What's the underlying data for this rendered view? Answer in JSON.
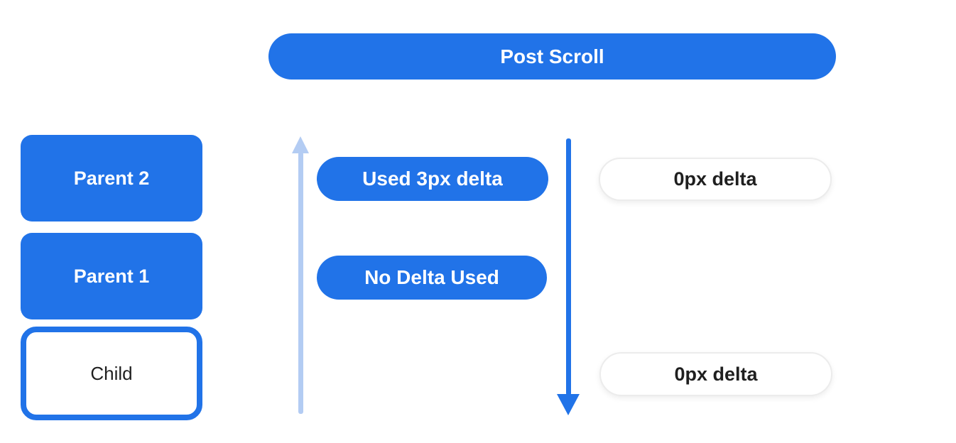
{
  "banner": {
    "label": "Post Scroll"
  },
  "boxes": {
    "parent2": {
      "label": "Parent 2"
    },
    "parent1": {
      "label": "Parent 1"
    },
    "child": {
      "label": "Child"
    }
  },
  "annotations": {
    "used_delta": {
      "label": "Used 3px delta"
    },
    "no_delta": {
      "label": "No Delta Used"
    },
    "zero_delta_top": {
      "label": "0px delta"
    },
    "zero_delta_bottom": {
      "label": "0px delta"
    }
  },
  "arrows": {
    "up_arrow": {
      "direction": "up",
      "color": "#b3ccf3"
    },
    "down_arrow": {
      "direction": "down",
      "color": "#2173e8"
    }
  },
  "colors": {
    "primary_blue": "#2173e8",
    "light_blue": "#b3ccf3",
    "pill_border": "#ececec",
    "dark_text": "#1f1f1f",
    "background": "#ffffff"
  }
}
